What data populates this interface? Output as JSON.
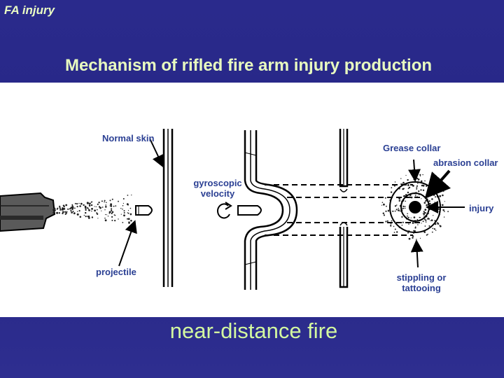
{
  "slide": {
    "corner_title": "FA injury",
    "main_title": "Mechanism of rifled fire arm injury production",
    "caption": "near-distance fire"
  },
  "diagram": {
    "labels": {
      "normal_skin": "Normal skin",
      "grease_collar": "Grease collar",
      "abrasion_collar": "abrasion collar",
      "gyroscopic_velocity": "gyroscopic velocity",
      "injury": "injury",
      "projectile": "projectile",
      "stippling": "stippling or tattooing"
    }
  },
  "colors": {
    "background": "#2a2a8c",
    "title_text": "#e8fbc0",
    "label_text": "#2a3f93",
    "caption_text": "#d3f9a0"
  }
}
